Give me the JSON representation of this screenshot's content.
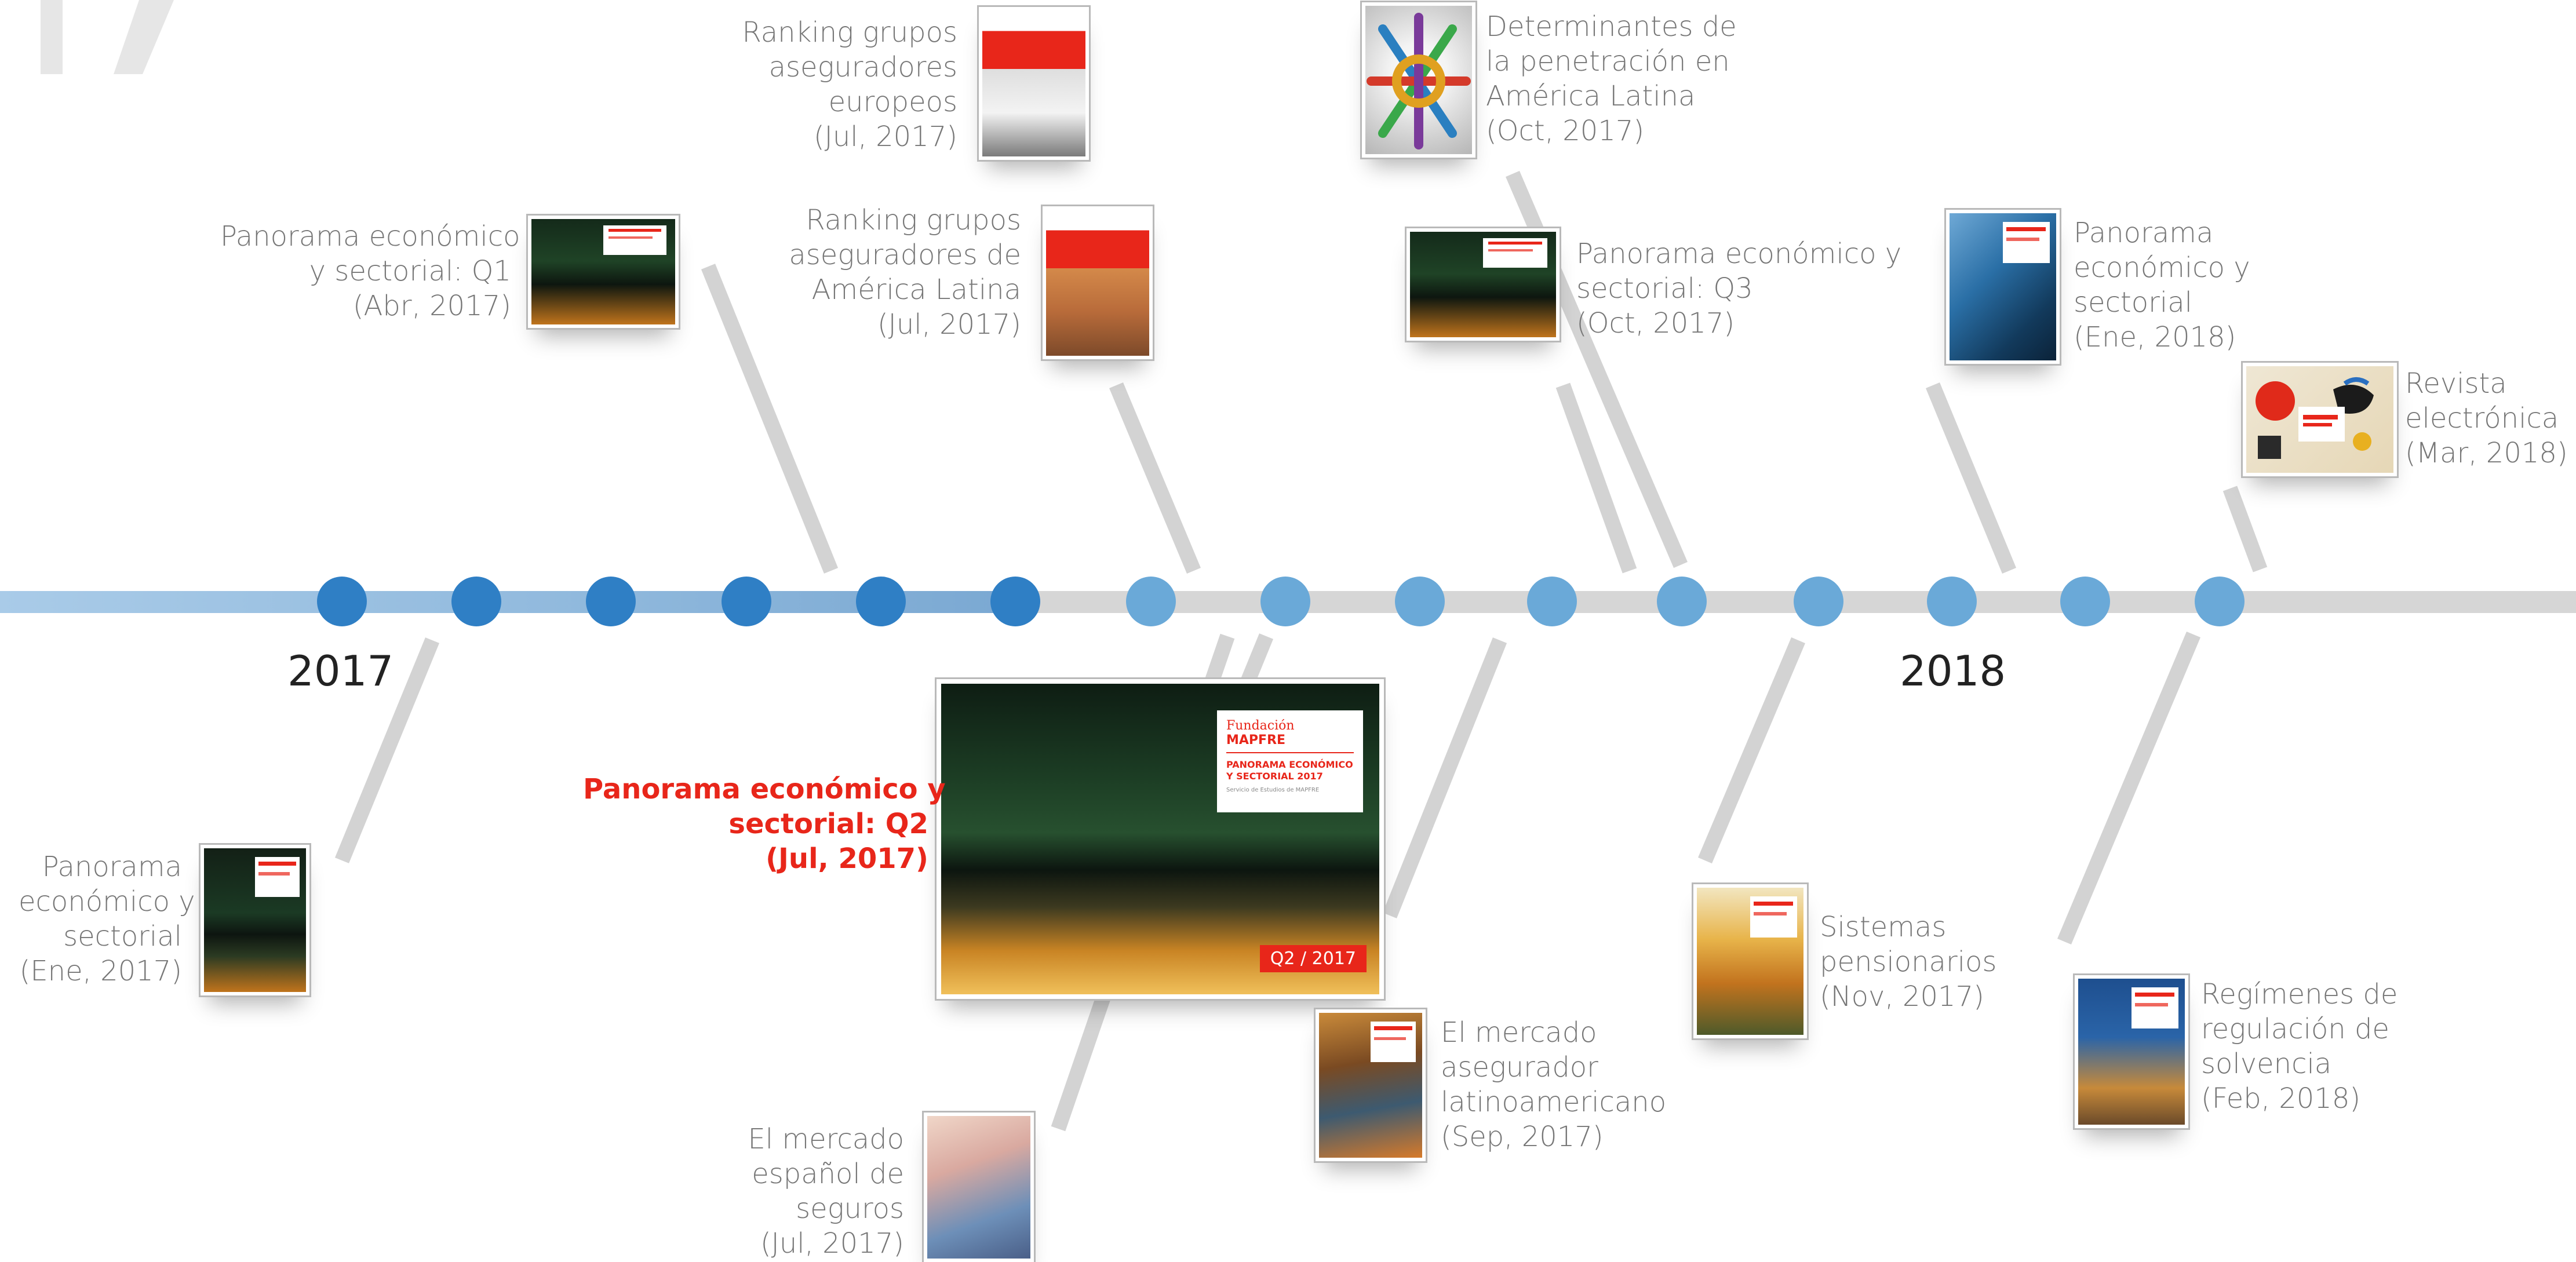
{
  "timeline": {
    "years": [
      "2017",
      "2018"
    ]
  },
  "publications": [
    {
      "id": "ene2017",
      "lines": [
        "Panorama",
        "económico y",
        "sectorial",
        "(Ene, 2017)"
      ]
    },
    {
      "id": "q1",
      "lines": [
        "Panorama económico",
        "y sectorial: Q1",
        "(Abr, 2017)"
      ]
    },
    {
      "id": "europeos",
      "lines": [
        "Ranking grupos",
        "aseguradores",
        "europeos",
        "(Jul, 2017)"
      ]
    },
    {
      "id": "latam",
      "lines": [
        "Ranking grupos",
        "aseguradores de",
        "América Latina",
        "(Jul, 2017)"
      ]
    },
    {
      "id": "q2",
      "lines": [
        "Panorama económico y",
        "sectorial: Q2",
        "(Jul, 2017)"
      ]
    },
    {
      "id": "espanol",
      "lines": [
        "El mercado",
        "español de",
        "seguros",
        "(Jul, 2017)"
      ]
    },
    {
      "id": "latinoamericano",
      "lines": [
        "El mercado",
        "asegurador",
        "latinoamericano",
        "(Sep, 2017)"
      ]
    },
    {
      "id": "determinantes",
      "lines": [
        "Determinantes de",
        "la penetración en",
        "América Latina",
        "(Oct, 2017)"
      ]
    },
    {
      "id": "q3",
      "lines": [
        "Panorama económico y",
        "sectorial: Q3",
        "(Oct, 2017)"
      ]
    },
    {
      "id": "pensionarios",
      "lines": [
        "Sistemas",
        "pensionarios",
        "(Nov, 2017)"
      ]
    },
    {
      "id": "ene2018",
      "lines": [
        "Panorama",
        "económico y",
        "sectorial",
        "(Ene, 2018)"
      ]
    },
    {
      "id": "solvencia",
      "lines": [
        "Regímenes de",
        "regulación de",
        "solvencia",
        "(Feb, 2018)"
      ]
    },
    {
      "id": "revista",
      "lines": [
        "Revista",
        "electrónica",
        "(Mar, 2018)"
      ]
    }
  ],
  "featured_cover": {
    "brand": "Fundación",
    "brand_bold": "MAPFRE",
    "title_lines": [
      "PANORAMA ECONÓMICO",
      "Y SECTORIAL 2017"
    ],
    "subtitle": "Servicio de Estudios de MAPFRE",
    "tag": "Q2 / 2017"
  },
  "colors": {
    "accent": "#e8261a",
    "node_past": "#2f7fc5",
    "node_future": "#6aa9d8",
    "track_past": "#a6c8e6",
    "track_future": "#d6d6d6",
    "connector": "#d2d2d2"
  }
}
